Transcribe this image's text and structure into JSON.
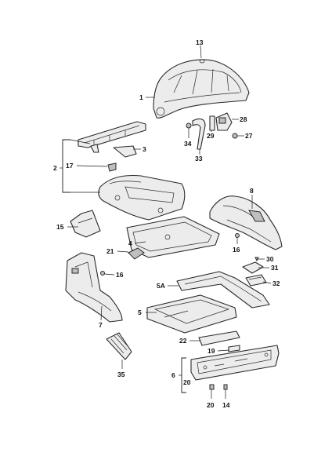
{
  "callouts": [
    {
      "id": "13",
      "label": "13"
    },
    {
      "id": "1",
      "label": "1"
    },
    {
      "id": "28",
      "label": "28"
    },
    {
      "id": "29",
      "label": "29"
    },
    {
      "id": "27",
      "label": "27"
    },
    {
      "id": "34",
      "label": "34"
    },
    {
      "id": "33",
      "label": "33"
    },
    {
      "id": "3",
      "label": "3"
    },
    {
      "id": "2",
      "label": "2"
    },
    {
      "id": "17",
      "label": "17"
    },
    {
      "id": "8",
      "label": "8"
    },
    {
      "id": "15",
      "label": "15"
    },
    {
      "id": "4",
      "label": "4"
    },
    {
      "id": "16a",
      "label": "16"
    },
    {
      "id": "21",
      "label": "21"
    },
    {
      "id": "16b",
      "label": "16"
    },
    {
      "id": "30",
      "label": "30"
    },
    {
      "id": "31",
      "label": "31"
    },
    {
      "id": "32",
      "label": "32"
    },
    {
      "id": "5A",
      "label": "5A"
    },
    {
      "id": "5",
      "label": "5"
    },
    {
      "id": "7",
      "label": "7"
    },
    {
      "id": "22",
      "label": "22"
    },
    {
      "id": "19",
      "label": "19"
    },
    {
      "id": "35",
      "label": "35"
    },
    {
      "id": "6",
      "label": "6"
    },
    {
      "id": "20a",
      "label": "20"
    },
    {
      "id": "20b",
      "label": "20"
    },
    {
      "id": "14",
      "label": "14"
    }
  ]
}
